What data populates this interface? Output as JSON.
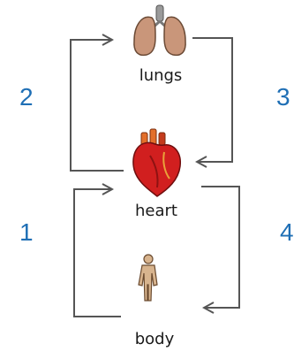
{
  "nodes": {
    "lungs": "lungs",
    "heart": "heart",
    "body": "body"
  },
  "steps": [
    "1",
    "2",
    "3",
    "4"
  ],
  "colors": {
    "arrow": "#555555",
    "step_number": "#1f6fb5",
    "heart": "#d11f1f",
    "lungs": "#c9967a",
    "body": "#d8b48e"
  }
}
